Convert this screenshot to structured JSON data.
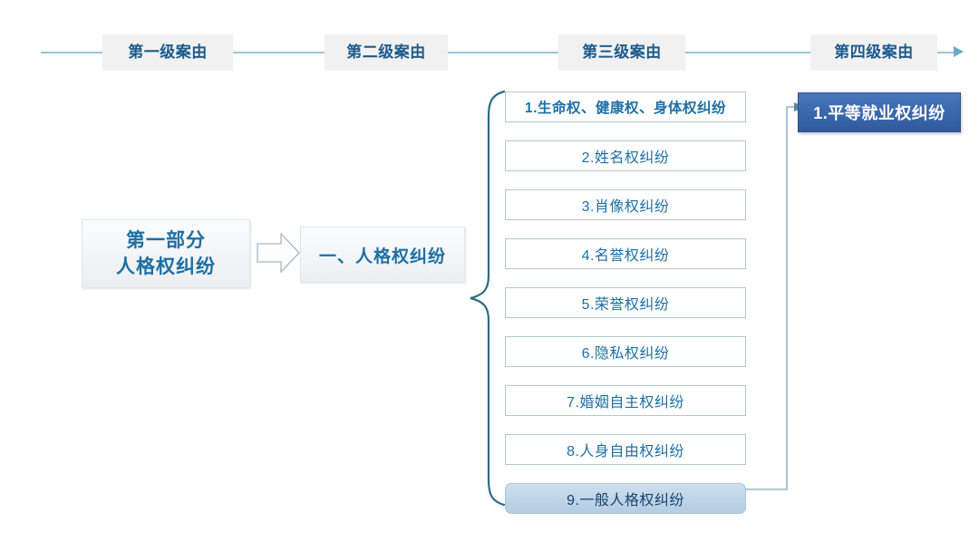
{
  "header": {
    "levels": [
      {
        "label": "第一级案由"
      },
      {
        "label": "第二级案由"
      },
      {
        "label": "第三级案由"
      },
      {
        "label": "第四级案由"
      }
    ],
    "line_color": "#9dc3d8",
    "label_bg": "#f1f1f1",
    "label_color": "#1e5b8c"
  },
  "level1": {
    "line1": "第一部分",
    "line2": "人格权纠纷",
    "text_color": "#1d6fa5"
  },
  "arrow": {
    "name": "block-arrow-right"
  },
  "level2": {
    "label": "一、人格权纠纷",
    "text_color": "#1d6fa5"
  },
  "level3": {
    "items": [
      {
        "label": "1.生命权、健康权、身体权纠纷",
        "active": false
      },
      {
        "label": "2.姓名权纠纷",
        "active": false
      },
      {
        "label": "3.肖像权纠纷",
        "active": false
      },
      {
        "label": "4.名誉权纠纷",
        "active": false
      },
      {
        "label": "5.荣誉权纠纷",
        "active": false
      },
      {
        "label": "6.隐私权纠纷",
        "active": false
      },
      {
        "label": "7.婚姻自主权纠纷",
        "active": false
      },
      {
        "label": "8.人身自由权纠纷",
        "active": false
      },
      {
        "label": "9.一般人格权纠纷",
        "active": true
      }
    ],
    "border_color": "#b7c5cf",
    "text_color": "#1d6fa5",
    "active_fill": "#bed4e7"
  },
  "level4": {
    "label": "1.平等就业权纠纷",
    "fill_color": "#3b68ad",
    "text_color": "#ffffff"
  }
}
